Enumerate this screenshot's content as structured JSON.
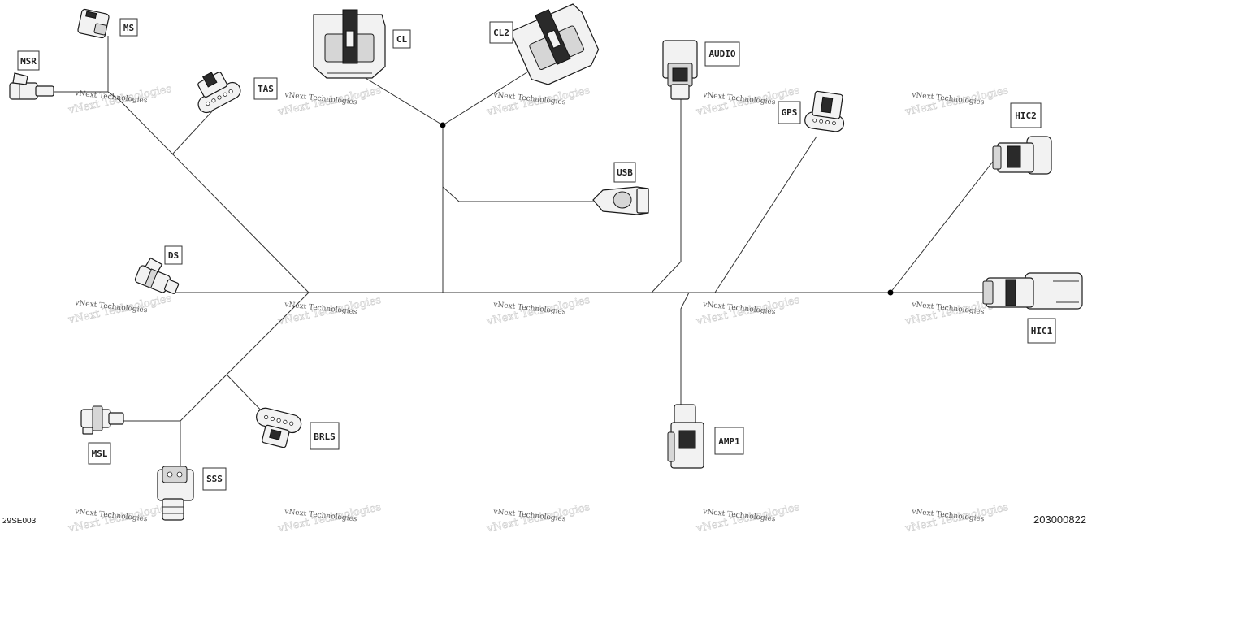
{
  "diagram": {
    "connectors": {
      "ms": "MS",
      "msr": "MSR",
      "tas": "TAS",
      "cl": "CL",
      "cl2": "CL2",
      "audio": "AUDIO",
      "usb": "USB",
      "gps": "GPS",
      "hic2": "HIC2",
      "hic1": "HIC1",
      "ds": "DS",
      "msl": "MSL",
      "sss": "SSS",
      "brls": "BRLS",
      "amp1": "AMP1"
    },
    "figure_ref": "29SE003",
    "part_number": "203000822",
    "watermark": "vNext Technologies"
  }
}
